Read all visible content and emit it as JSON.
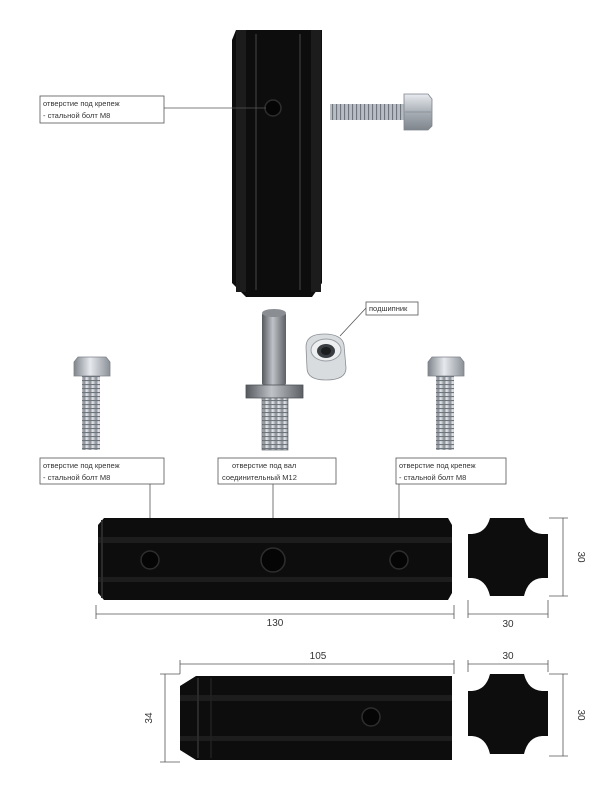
{
  "callouts": {
    "top_hole_line1": "отверстие под крепеж",
    "top_hole_line2": "- стальной болт М8",
    "bearing": "подшипник",
    "left_hole_line1": "отверстие под крепеж",
    "left_hole_line2": "- стальной болт М8",
    "shaft_hole_line1": "отверстие под вал",
    "shaft_hole_line2": "соединительный М12",
    "right_hole_line1": "отверстие под крепеж",
    "right_hole_line2": "- стальной болт М8"
  },
  "dimensions": {
    "long_bar_length": "130",
    "long_bar_section_height": "30",
    "long_bar_section_width": "30",
    "short_bar_length": "105",
    "short_bar_height": "34",
    "short_bar_section_width": "30",
    "short_bar_section_height": "30"
  },
  "colors": {
    "part": "#0d0d0d",
    "part_edge": "#262626",
    "steel": "#b9bec4",
    "line": "#555555"
  }
}
